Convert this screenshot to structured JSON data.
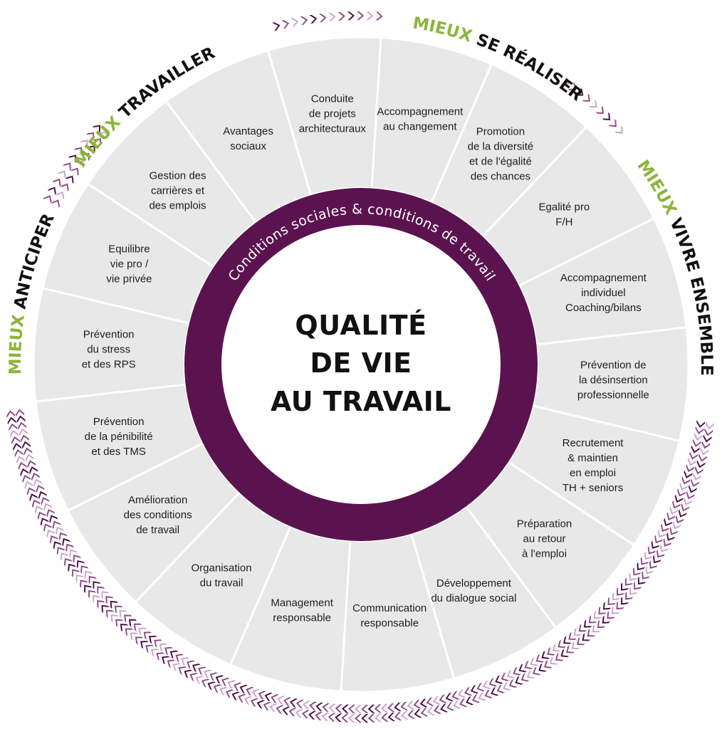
{
  "center": {
    "title_lines": [
      "QUALITÉ",
      "DE VIE",
      "AU TRAVAIL"
    ]
  },
  "ring": {
    "label": "Conditions sociales & conditions de travail"
  },
  "colors": {
    "purple": "#5b1350",
    "green": "#8db53c",
    "segment_fill": "#e8e8e8",
    "segment_line": "#ffffff",
    "chevron_dark": "#4a1046",
    "chevron_mid": "#8d4c88",
    "chevron_light": "#c9a6c7"
  },
  "headings": [
    {
      "accent": "MIEUX",
      "rest": "TRAVAILLER"
    },
    {
      "accent": "MIEUX",
      "rest": "SE RÉALISER"
    },
    {
      "accent": "MIEUX",
      "rest": "VIVRE ENSEMBLE"
    },
    {
      "accent": "MIEUX",
      "rest": "ANTICIPER"
    }
  ],
  "segments": [
    {
      "lines": [
        "Conduite",
        "de projets",
        "architecturaux"
      ]
    },
    {
      "lines": [
        "Accompagnement",
        "au changement"
      ]
    },
    {
      "lines": [
        "Promotion",
        "de la diversité",
        "et de l'égalité",
        "des chances"
      ]
    },
    {
      "lines": [
        "Egalité pro",
        "F/H"
      ]
    },
    {
      "lines": [
        "Accompagnement",
        "individuel",
        "Coaching/bilans"
      ]
    },
    {
      "lines": [
        "Prévention de",
        "la désinsertion",
        "professionnelle"
      ]
    },
    {
      "lines": [
        "Recrutement",
        "& maintien",
        "en emploi",
        "TH + seniors"
      ]
    },
    {
      "lines": [
        "Préparation",
        "au retour",
        "à l'emploi"
      ]
    },
    {
      "lines": [
        "Développement",
        "du dialogue social"
      ]
    },
    {
      "lines": [
        "Communication",
        "responsable"
      ]
    },
    {
      "lines": [
        "Management",
        "responsable"
      ]
    },
    {
      "lines": [
        "Organisation",
        "du travail"
      ]
    },
    {
      "lines": [
        "Amélioration",
        "des conditions",
        "de travail"
      ]
    },
    {
      "lines": [
        "Prévention",
        "de la pénibilité",
        "et des TMS"
      ]
    },
    {
      "lines": [
        "Prévention",
        "du stress",
        "et des RPS"
      ]
    },
    {
      "lines": [
        "Equilibre",
        "vie pro /",
        "vie privée"
      ]
    },
    {
      "lines": [
        "Gestion des",
        "carrières et",
        "des emplois"
      ]
    },
    {
      "lines": [
        "Avantages",
        "sociaux"
      ]
    }
  ]
}
